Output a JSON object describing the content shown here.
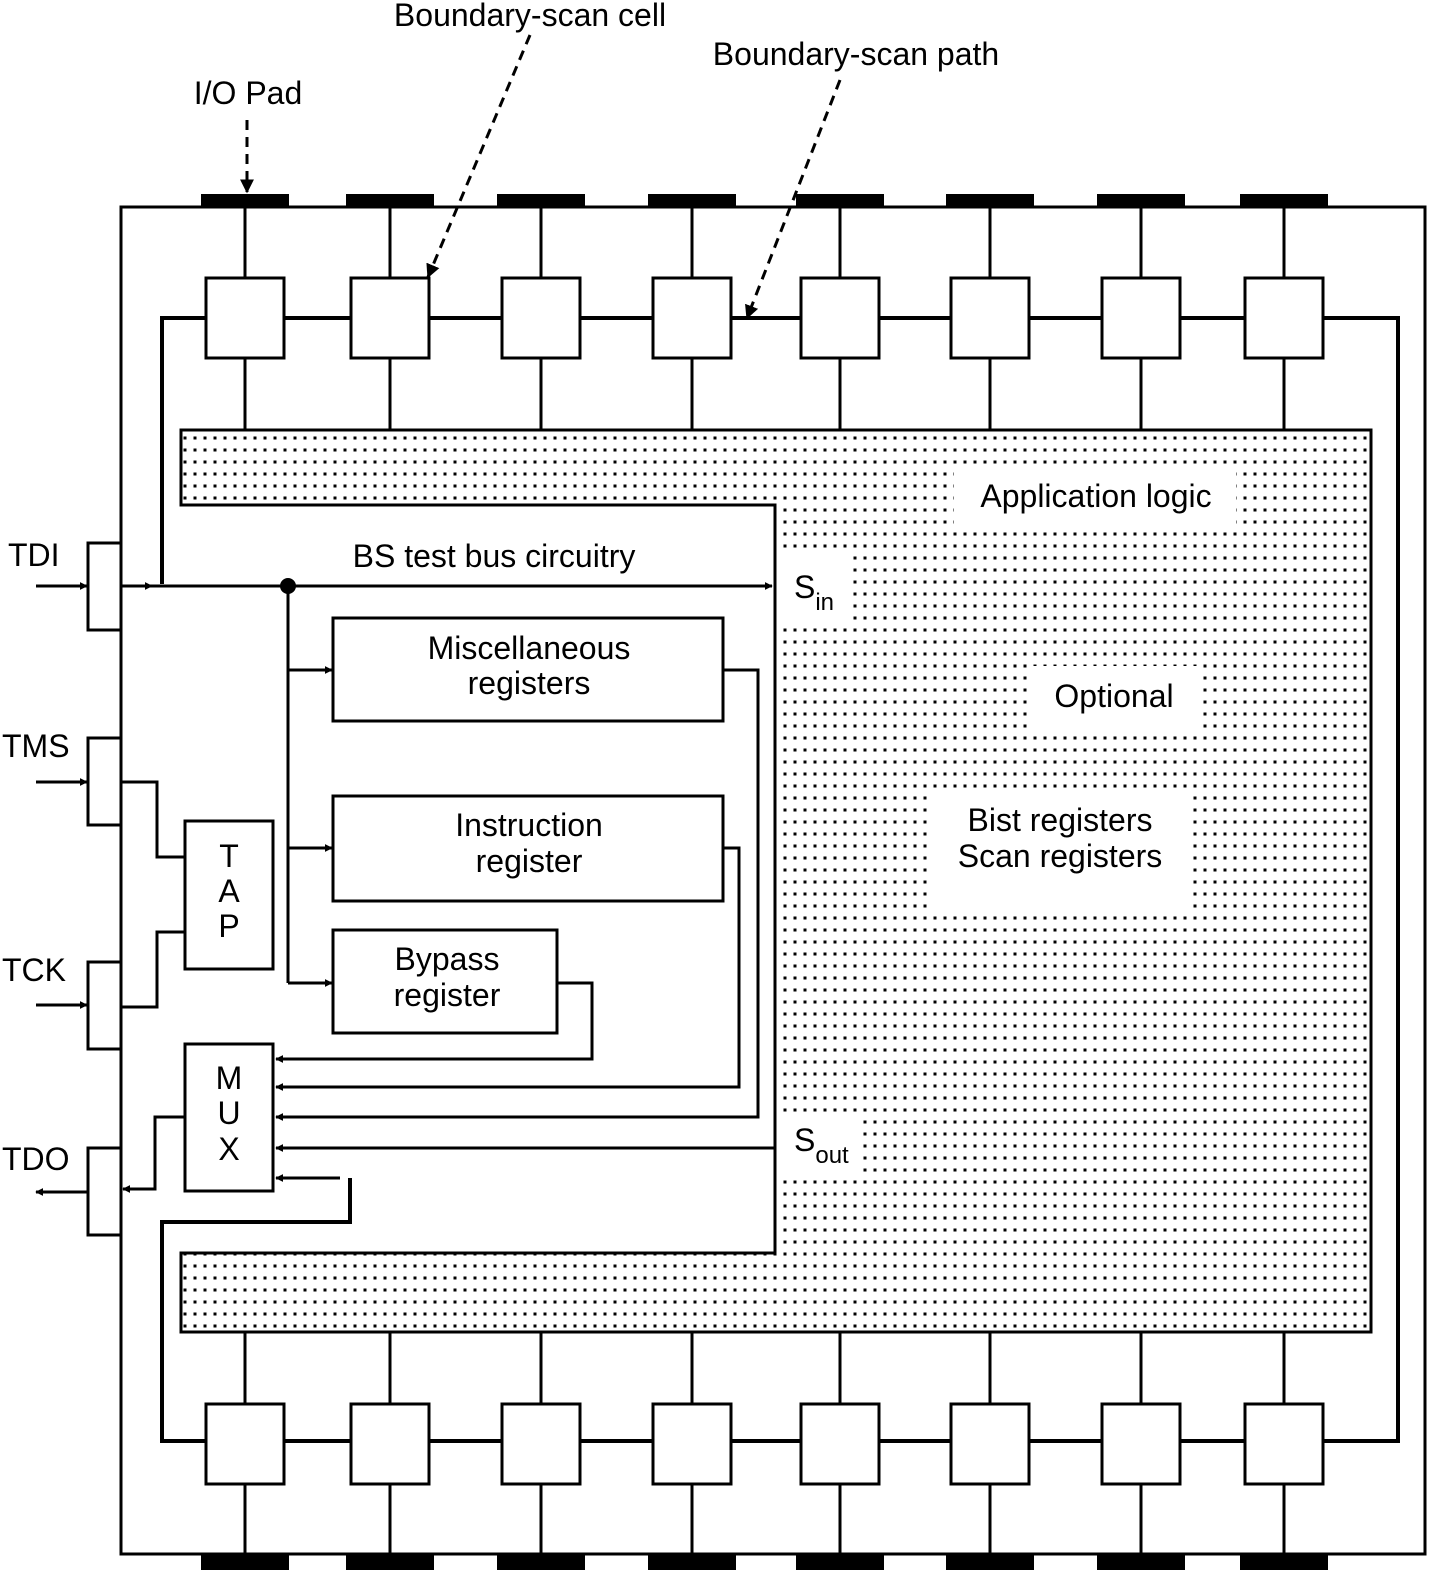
{
  "annotations": {
    "io_pad": "I/O Pad",
    "boundary_scan_cell": "Boundary-scan cell",
    "boundary_scan_path": "Boundary-scan path"
  },
  "pins": {
    "tdi": "TDI",
    "tms": "TMS",
    "tck": "TCK",
    "tdo": "TDO"
  },
  "blocks": {
    "tap": [
      "T",
      "A",
      "P"
    ],
    "mux": [
      "M",
      "U",
      "X"
    ],
    "misc_registers": [
      "Miscellaneous",
      "registers"
    ],
    "instruction_register": [
      "Instruction",
      "register"
    ],
    "bypass_register": [
      "Bypass",
      "register"
    ]
  },
  "labels": {
    "bs_test_bus": "BS test bus circuitry",
    "application_logic": "Application logic",
    "optional": "Optional",
    "bist_scan": [
      "Bist registers",
      "Scan registers"
    ],
    "s_in": {
      "base": "S",
      "sub": "in"
    },
    "s_out": {
      "base": "S",
      "sub": "out"
    }
  }
}
